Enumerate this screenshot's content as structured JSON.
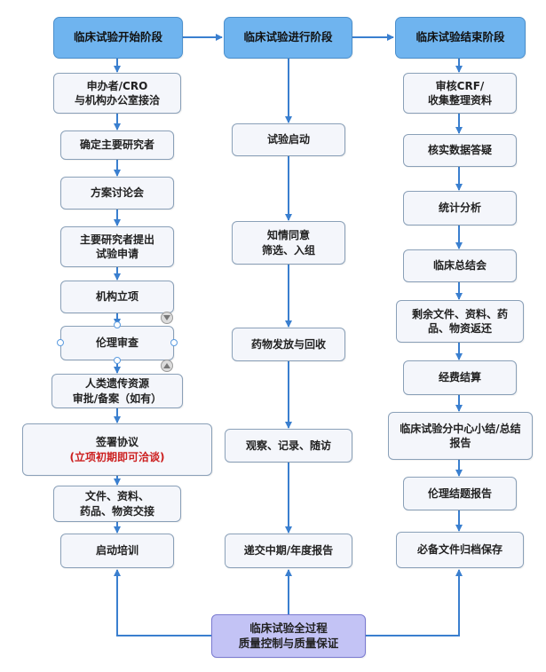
{
  "columns": {
    "start": {
      "header": "临床试验开始阶段",
      "steps": [
        "申办者/CRO\n与机构办公室接洽",
        "确定主要研究者",
        "方案讨论会",
        "主要研究者提出\n试验申请",
        "机构立项",
        "伦理审查",
        "人类遗传资源\n审批/备案（如有）",
        "签署协议",
        "文件、资料、\n药品、物资交接",
        "启动培训"
      ],
      "sign_note": "(立项初期即可洽谈)"
    },
    "ongoing": {
      "header": "临床试验进行阶段",
      "steps": [
        "试验启动",
        "知情同意\n筛选、入组",
        "药物发放与回收",
        "观察、记录、随访",
        "递交中期/年度报告"
      ]
    },
    "end": {
      "header": "临床试验结束阶段",
      "steps": [
        "审核CRF/\n收集整理资料",
        "核实数据答疑",
        "统计分析",
        "临床总结会",
        "剩余文件、资料、药\n品、物资返还",
        "经费结算",
        "临床试验分中心小结/总结\n报告",
        "伦理结题报告",
        "必备文件归档保存"
      ]
    }
  },
  "quality": "临床试验全过程\n质量控制与质量保证",
  "colors": {
    "header": "#6fb4ef",
    "box": "#f4f6fb",
    "quality": "#c3c3f5",
    "arrow": "#3a7fcf",
    "note": "#cc1f1f"
  }
}
